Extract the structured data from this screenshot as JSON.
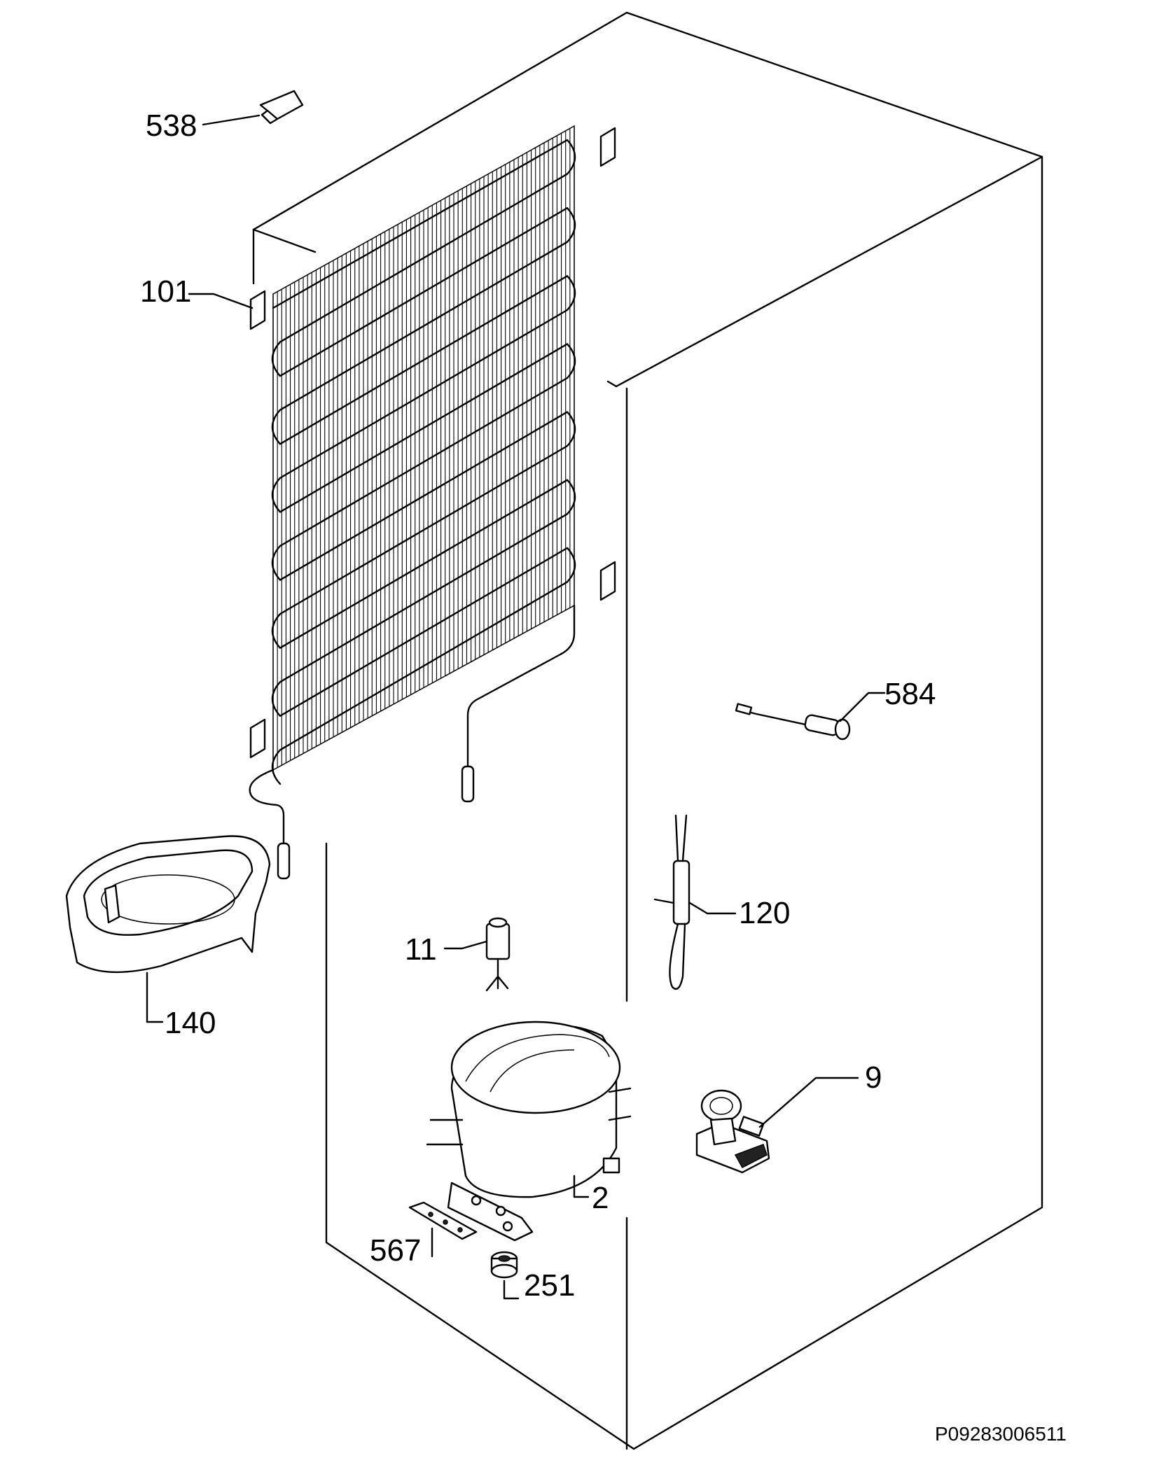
{
  "parts": [
    {
      "id": "538",
      "label": "538"
    },
    {
      "id": "101",
      "label": "101"
    },
    {
      "id": "584",
      "label": "584"
    },
    {
      "id": "120",
      "label": "120"
    },
    {
      "id": "11",
      "label": "11"
    },
    {
      "id": "140",
      "label": "140"
    },
    {
      "id": "9",
      "label": "9"
    },
    {
      "id": "2",
      "label": "2"
    },
    {
      "id": "567",
      "label": "567"
    },
    {
      "id": "251",
      "label": "251"
    }
  ],
  "document_id": "P09283006511"
}
